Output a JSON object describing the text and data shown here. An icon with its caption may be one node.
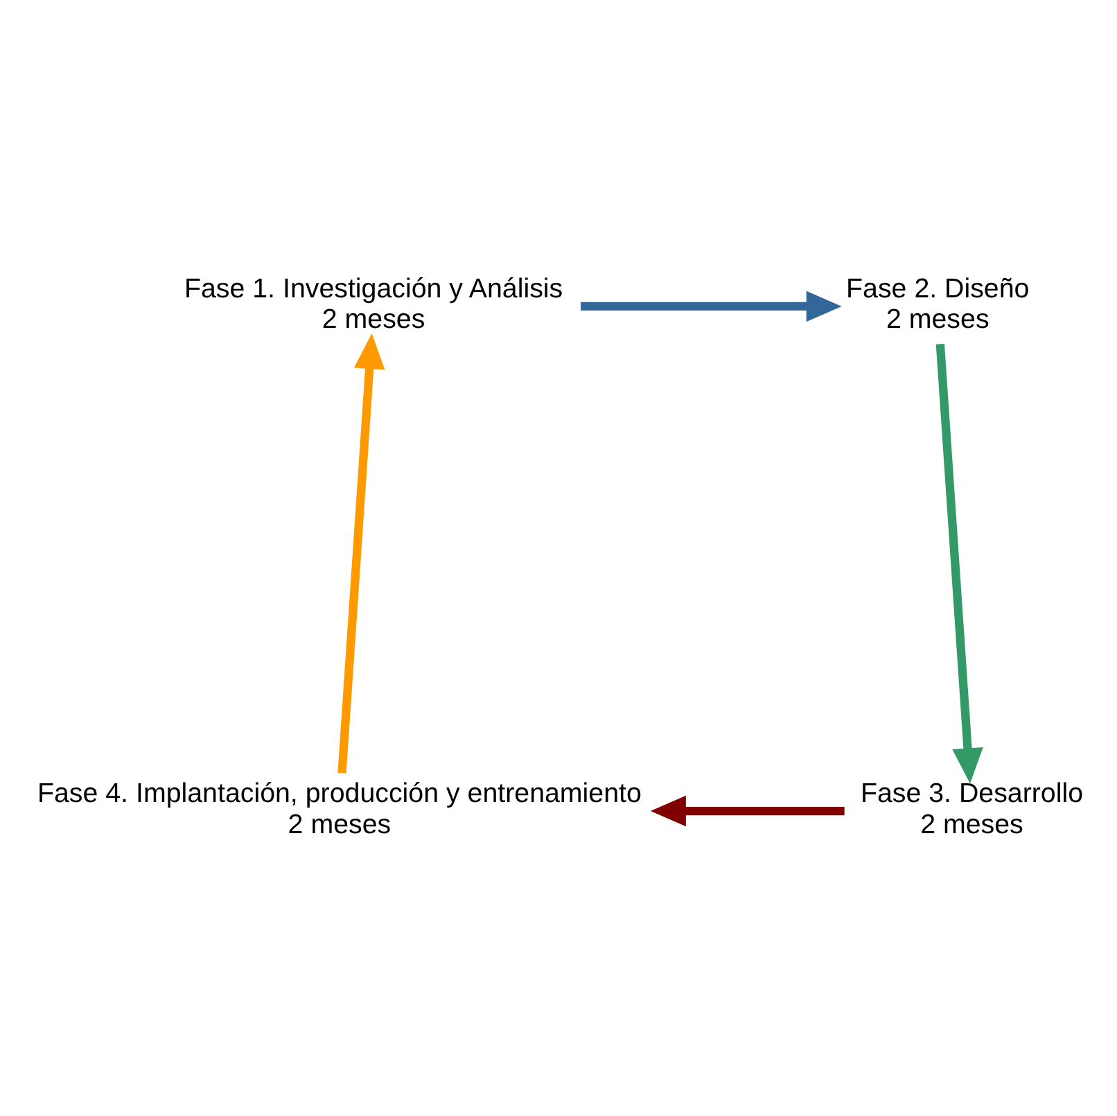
{
  "diagram": {
    "nodes": [
      {
        "text": [
          "Fase 1. Investigación y Análisis",
          "2 meses"
        ]
      },
      {
        "text": [
          "Fase 2. Diseño",
          "2 meses"
        ]
      },
      {
        "text": [
          "Fase 3. Desarrollo",
          "2 meses"
        ]
      },
      {
        "text": [
          "Fase 4. Implantación, producción y entrenamiento",
          "2 meses"
        ]
      }
    ],
    "edges": [
      {
        "from": 0,
        "to": 1,
        "arrow": "to",
        "color": "#336699"
      },
      {
        "from": 1,
        "to": 2,
        "arrow": "to",
        "color": "#339966"
      },
      {
        "from": 2,
        "to": 3,
        "arrow": "to",
        "color": "#800000"
      },
      {
        "from": 3,
        "to": 0,
        "arrow": "to",
        "color": "#ff9900"
      }
    ]
  }
}
